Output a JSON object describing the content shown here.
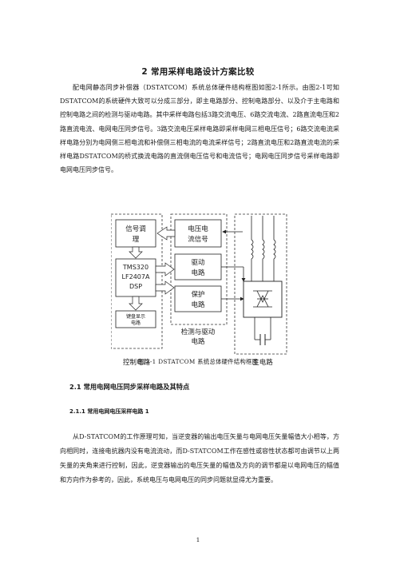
{
  "section_title": "2 常用采样电路设计方案比较",
  "paragraph1": "配电网静态同步补偿器（DSTATCOM）系统总体硬件结构框图如图2-1所示。由图2-1可知DSTATCOM的系统硬件大致可以分成三部分，即主电路部分、控制电路部分、以及介于主电路和控制电路之间的检测与驱动电路。其中采样电路包括3路交流电压、6路交流电流、2路直流电压和2路直流电流、电网电压同步信号。3路交流电压采样电路即采样电网三相电压信号；6路交流电流采样电路分别为电网侧三相电流和补偿侧三相电流的电流采样信号；2路直流电压和2路直流电流的采样电路DSTATCOM的桥式换流电路的直流侧电压信号和电流信号；电网电压同步信号采样电路即电网电压同步信号。",
  "figure": {
    "blocks": {
      "signal_conditioning": [
        "信号调",
        "理"
      ],
      "voltage_current_signal": [
        "电压电",
        "流信号"
      ],
      "drive_circuit": [
        "驱动",
        "电路"
      ],
      "protection_circuit": [
        "保护",
        "电路"
      ],
      "dsp": [
        "TMS320",
        "LF2407A",
        "DSP"
      ],
      "keyboard_display": [
        "键盘显示",
        "电路"
      ]
    },
    "group_labels": {
      "control": "控制电路",
      "detect_drive": [
        "检测与驱动",
        "电路"
      ],
      "main": "主电路"
    }
  },
  "caption": "图 2-1    DSTATCOM 系统总体硬件结构框图",
  "heading_2_1": "2.1  常用电网电压同步采样电路及其特点",
  "heading_2_1_1": "2.1.1  常用电网电压采样电路 1",
  "paragraph2": "从D-STATCOM的工作原理可知，当逆变器的输出电压矢量与电网电压矢量幅值大小相等，方向相同时，连接电抗器内没有电流流动，而D-STATCOM工作在感性或容性状态都可由调节以上两矢量的夹角来进行控制，因此，逆变器输出的电压矢量的幅值及方向的调节都是以电网电压的幅值和方向作为参考的，因此，系统电压与电网电压的同步问题就显得尤为重要。",
  "page_number": "1"
}
